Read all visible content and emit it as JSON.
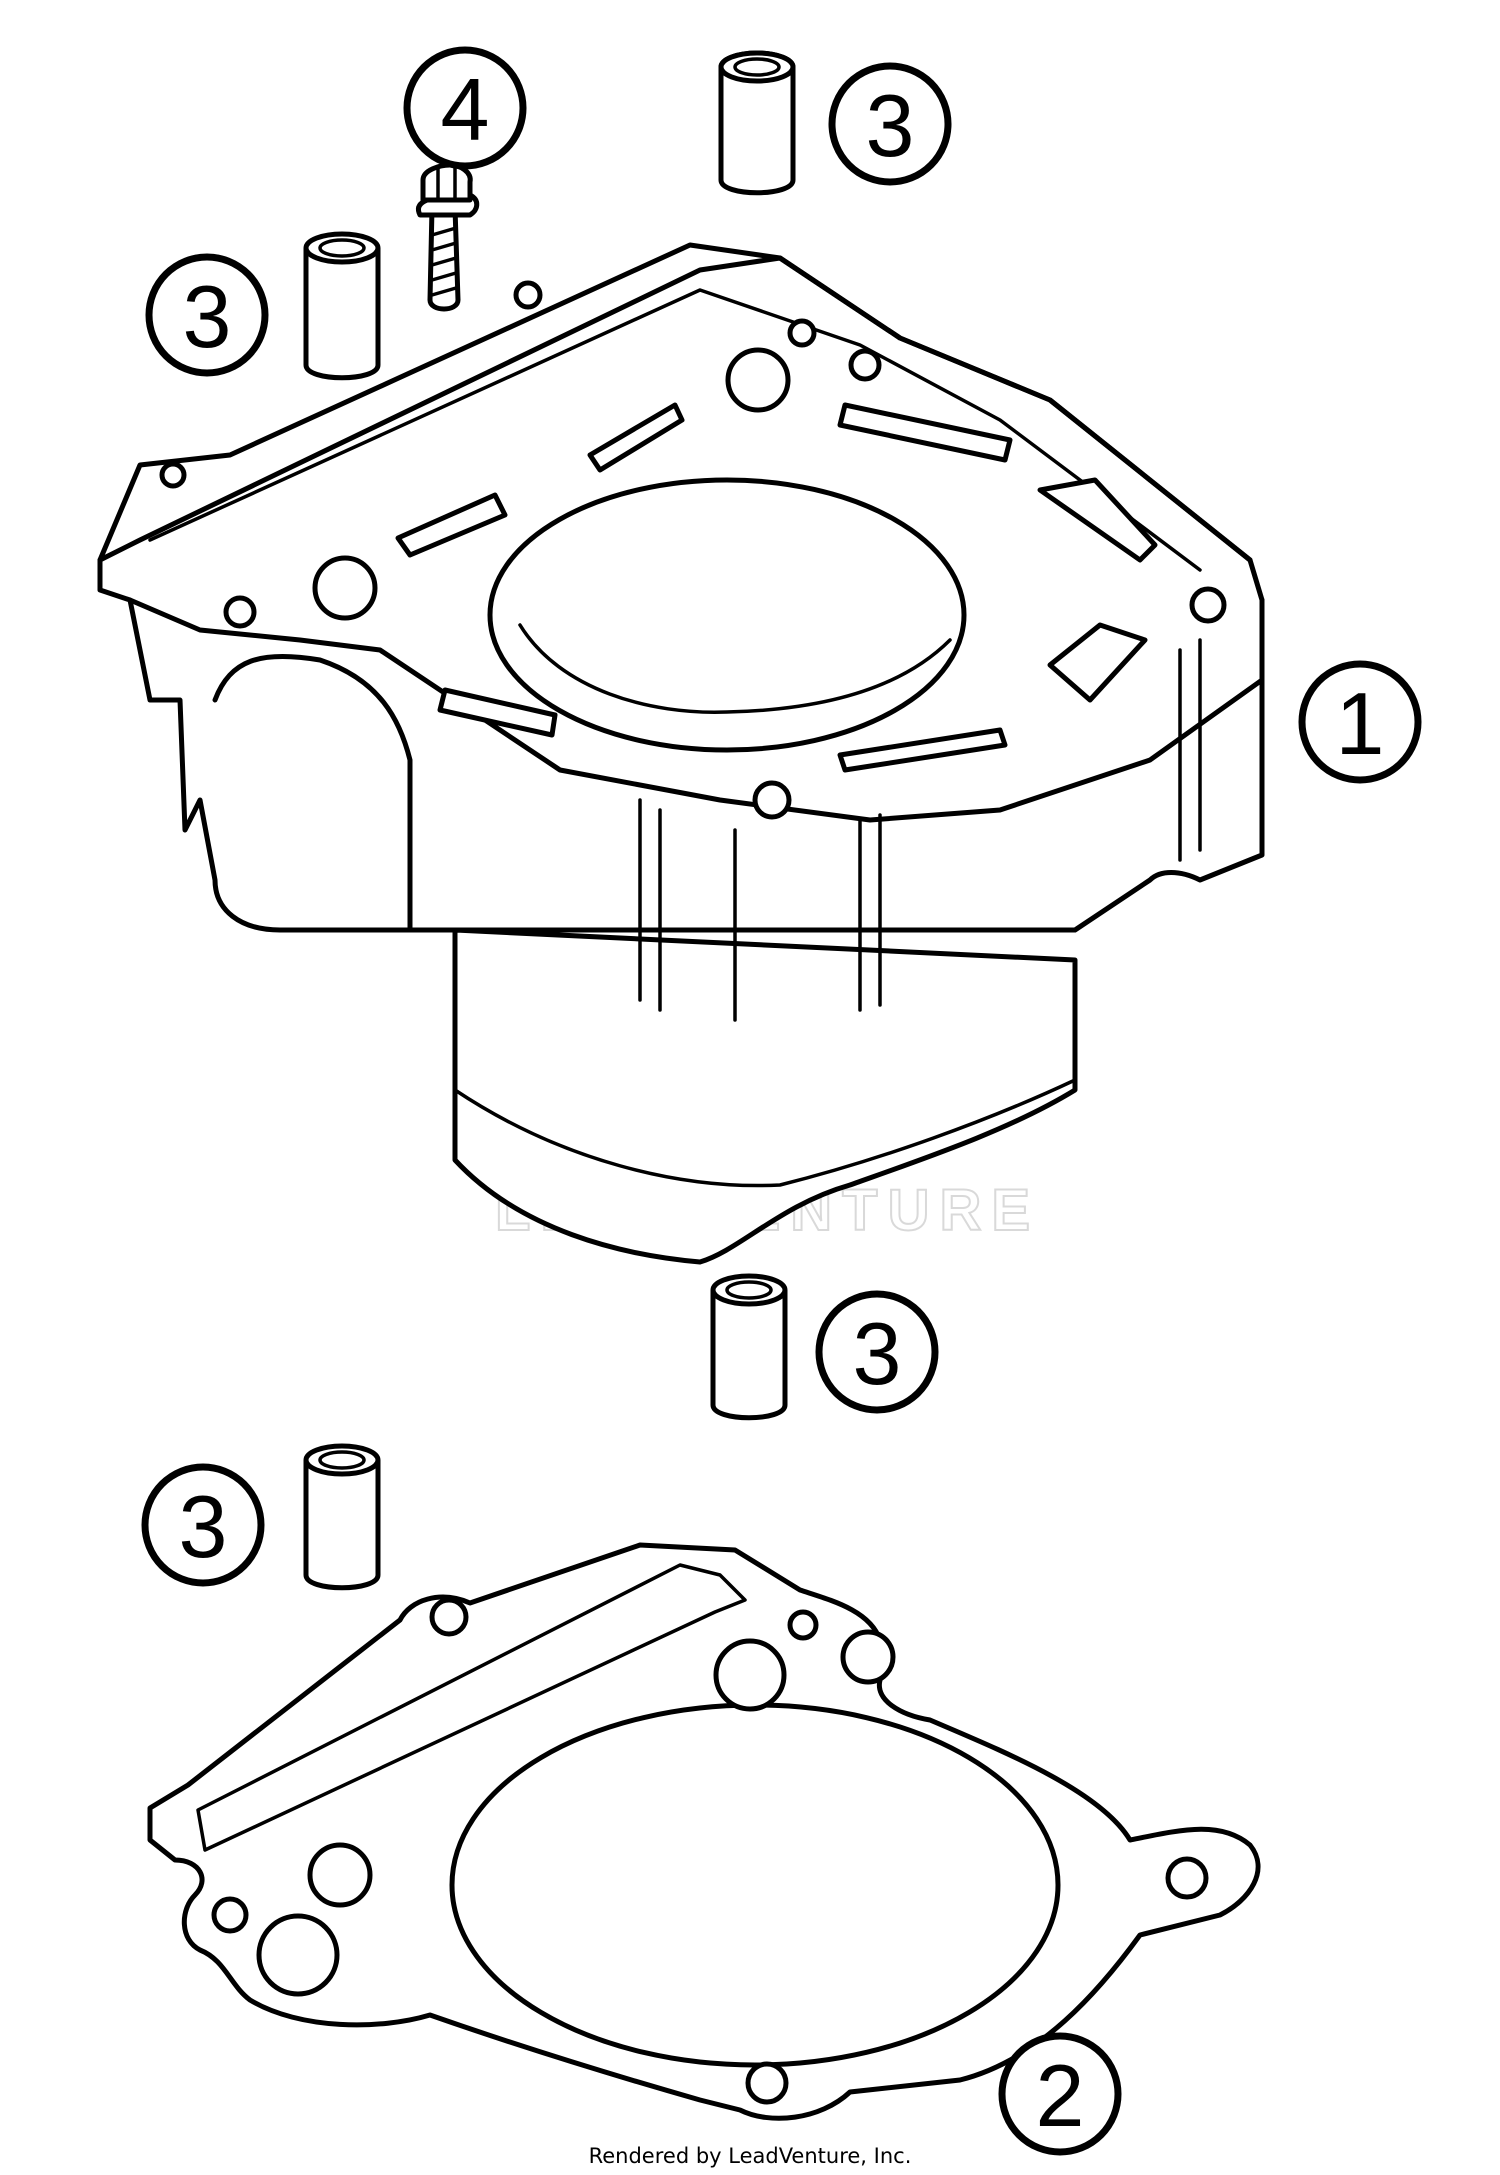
{
  "callouts": [
    {
      "id": "cylinder",
      "number": "1"
    },
    {
      "id": "gasket",
      "number": "2"
    },
    {
      "id": "sleeve-top-right",
      "number": "3"
    },
    {
      "id": "sleeve-top-left",
      "number": "3"
    },
    {
      "id": "sleeve-middle",
      "number": "3"
    },
    {
      "id": "sleeve-bottom-left",
      "number": "3"
    },
    {
      "id": "screw",
      "number": "4"
    }
  ],
  "watermark": {
    "text": "LEADVENTURE"
  },
  "footer": {
    "credit": "Rendered by LeadVenture, Inc."
  },
  "colors": {
    "line": "#000000",
    "background": "#ffffff",
    "watermark": "#d9d9d9"
  }
}
